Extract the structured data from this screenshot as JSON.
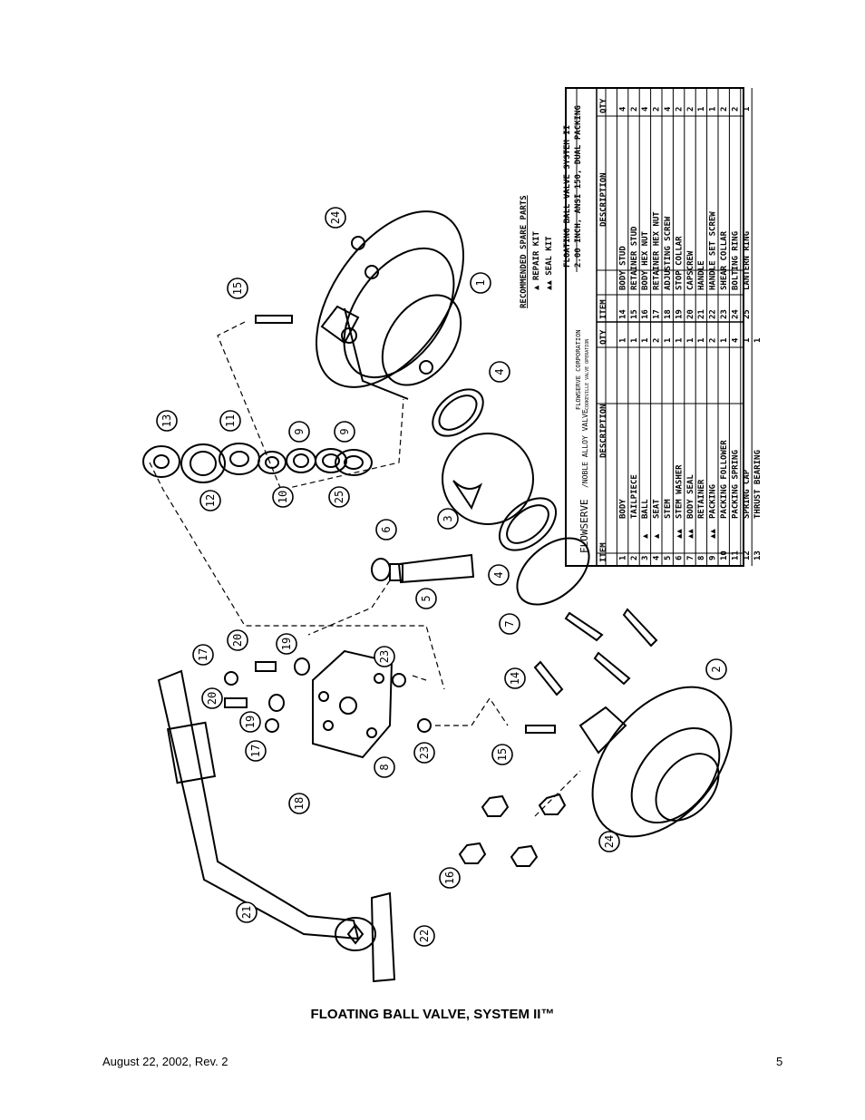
{
  "caption": "FLOATING BALL VALVE, SYSTEM II™",
  "footer": {
    "date_rev": "August 22, 2002, Rev. 2",
    "page_number": "5"
  },
  "drawing": {
    "brand": "FLOWSERVE",
    "brand_sub": "/NOBLE ALLOY VALVE",
    "company": "FLOWSERVE CORPORATION",
    "company_sub": "COOKEVILLE VALVE OPERATION",
    "title_line1": "FLOATING BALL VALVE SYSTEM II",
    "title_line2": "2.00 INCH, ANSI 150, DUAL PACKING",
    "spares_heading": "RECOMMENDED SPARE PARTS",
    "spares_repair": "▲  REPAIR KIT",
    "spares_seal": "▲▲  SEAL KIT",
    "headers": {
      "item": "ITEM",
      "description": "DESCRIPTION",
      "qty": "QTY"
    },
    "parts_left": [
      {
        "item": "1",
        "kit": "",
        "desc": "BODY",
        "qty": "1"
      },
      {
        "item": "2",
        "kit": "",
        "desc": "TAILPIECE",
        "qty": "1"
      },
      {
        "item": "3",
        "kit": "▲",
        "desc": "BALL",
        "qty": "1"
      },
      {
        "item": "4",
        "kit": "▲",
        "desc": "SEAT",
        "qty": "2"
      },
      {
        "item": "5",
        "kit": "",
        "desc": "STEM",
        "qty": "1"
      },
      {
        "item": "6",
        "kit": "▲▲",
        "desc": "STEM WASHER",
        "qty": "1"
      },
      {
        "item": "7",
        "kit": "▲▲",
        "desc": "BODY SEAL",
        "qty": "1"
      },
      {
        "item": "8",
        "kit": "",
        "desc": "RETAINER",
        "qty": "1"
      },
      {
        "item": "9",
        "kit": "▲▲",
        "desc": "PACKING",
        "qty": "2"
      },
      {
        "item": "10",
        "kit": "",
        "desc": "PACKING FOLLOWER",
        "qty": "1"
      },
      {
        "item": "11",
        "kit": "",
        "desc": "PACKING SPRING",
        "qty": "4"
      },
      {
        "item": "12",
        "kit": "",
        "desc": "SPRING CAP",
        "qty": "1"
      },
      {
        "item": "13",
        "kit": "",
        "desc": "THRUST BEARING",
        "qty": "1"
      }
    ],
    "parts_right": [
      {
        "item": "14",
        "desc": "BODY STUD",
        "qty": "4"
      },
      {
        "item": "15",
        "desc": "RETAINER STUD",
        "qty": "2"
      },
      {
        "item": "16",
        "desc": "BODY HEX NUT",
        "qty": "4"
      },
      {
        "item": "17",
        "desc": "RETAINER HEX NUT",
        "qty": "2"
      },
      {
        "item": "18",
        "desc": "ADJUSTING SCREW",
        "qty": "4"
      },
      {
        "item": "19",
        "desc": "STOP COLLAR",
        "qty": "2"
      },
      {
        "item": "20",
        "desc": "CAPSCREW",
        "qty": "2"
      },
      {
        "item": "21",
        "desc": "HANDLE",
        "qty": "1"
      },
      {
        "item": "22",
        "desc": "HANDLE SET SCREW",
        "qty": "1"
      },
      {
        "item": "23",
        "desc": "SHEAR COLLAR",
        "qty": "2"
      },
      {
        "item": "24",
        "desc": "BOLTING RING",
        "qty": "2"
      },
      {
        "item": "25",
        "desc": "LANTERN RING",
        "qty": "1"
      }
    ],
    "callouts": [
      "1",
      "2",
      "3",
      "4",
      "4",
      "5",
      "6",
      "7",
      "8",
      "9",
      "9",
      "10",
      "11",
      "12",
      "13",
      "14",
      "15",
      "15",
      "16",
      "17",
      "17",
      "18",
      "19",
      "19",
      "20",
      "20",
      "21",
      "22",
      "23",
      "23",
      "24",
      "24",
      "25"
    ]
  }
}
